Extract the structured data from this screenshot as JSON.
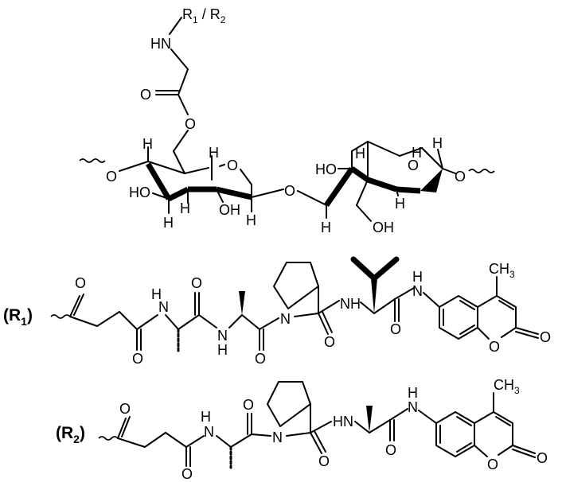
{
  "labels": {
    "top_substituent": {
      "r1": "R",
      "r1_sub": "1",
      "sep": " / ",
      "r2": "R",
      "r2_sub": "2"
    },
    "hn": "HN",
    "carbonyl_o": "O",
    "ester_o": "O",
    "ring1": {
      "left_o": "O",
      "h_top": "H",
      "h_ring": "H",
      "ring_o": "O",
      "ho": "HO",
      "h_left": "H",
      "h_bottom": "H",
      "oh": "OH",
      "h_anomeric": "H"
    },
    "glycosidic_o": "O",
    "ring2": {
      "h_top": "H",
      "ho": "HO",
      "ring_o": "O",
      "h_top2": "H",
      "right_o": "O",
      "h_mid": "H",
      "h_bottom": "H",
      "oh": "OH"
    },
    "r1_label": {
      "r": "(R",
      "sub": "1",
      "close": ")"
    },
    "r1_atoms": {
      "o1": "O",
      "nh1": "H",
      "n1": "N",
      "o2": "O",
      "o3": "O",
      "nh2": "N",
      "h2": "H",
      "o4": "O",
      "n_pro": "N",
      "o5": "O",
      "nh3": "NH",
      "o6": "O",
      "h_amc": "H",
      "n_amc": "N",
      "ch3": "CH",
      "ch3_sub": "3",
      "ring_o": "O",
      "o_lactone": "O"
    },
    "r2_label": {
      "r": "(R",
      "sub": "2",
      "close": ")"
    },
    "r2_atoms": {
      "o1": "O",
      "h1": "H",
      "n1": "N",
      "o2": "O",
      "o3": "O",
      "n_pro": "N",
      "o4": "O",
      "hn": "HN",
      "o5": "O",
      "h_amc": "H",
      "n_amc": "N",
      "ch3": "CH",
      "ch3_sub": "3",
      "ring_o": "O",
      "o_lactone": "O"
    }
  }
}
